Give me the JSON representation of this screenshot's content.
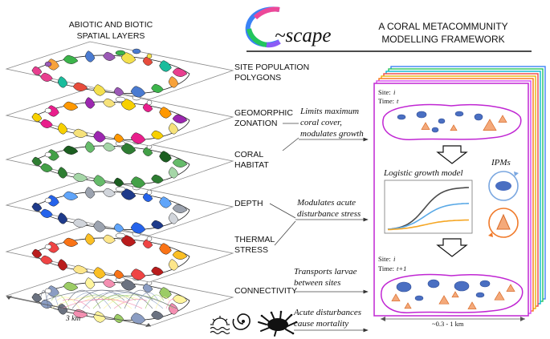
{
  "header": {
    "left_title_line1": "ABIOTIC AND BIOTIC",
    "left_title_line2": "SPATIAL LAYERS",
    "logo_text": "~scape",
    "framework_line1": "A CORAL METACOMMUNITY",
    "framework_line2": "MODELLING FRAMEWORK"
  },
  "layers": [
    {
      "label_line1": "SITE POPULATION",
      "label_line2": "POLYGONS",
      "palette": [
        "#e83f8f",
        "#f7a23b",
        "#3cb44b",
        "#4a7bd1",
        "#9b59b6",
        "#f4e04d",
        "#e74c3c",
        "#1abc9c"
      ]
    },
    {
      "label_line1": "GEOMORPHIC",
      "label_line2": "ZONATION",
      "palette": [
        "#f7d000",
        "#e91e8c",
        "#ff9800",
        "#9c27b0",
        "#f6e27a"
      ]
    },
    {
      "label_line1": "CORAL",
      "label_line2": "HABITAT",
      "palette": [
        "#2e7d32",
        "#43a047",
        "#1b5e20",
        "#66bb6a",
        "#a5d6a7"
      ]
    },
    {
      "label_line1": "DEPTH",
      "label_line2": "",
      "palette": [
        "#1e3a8a",
        "#2563eb",
        "#60a5fa",
        "#9ca3af",
        "#d1d5db"
      ]
    },
    {
      "label_line1": "THERMAL",
      "label_line2": "STRESS",
      "palette": [
        "#b91c1c",
        "#ef4444",
        "#f97316",
        "#fbbf24",
        "#fde68a"
      ]
    },
    {
      "label_line1": "CONNECTIVITY",
      "label_line2": "",
      "palette": [
        "#6b7280",
        "#8b9dc3",
        "#9ccc65",
        "#fff59d",
        "#f48fb1"
      ]
    }
  ],
  "scale_left": "3 km",
  "annotations": {
    "limits_line1": "Limits maximum",
    "limits_line2": "coral cover,",
    "limits_line3": "modulates growth",
    "modulates_line1": "Modulates  acute",
    "modulates_line2": "disturbance stress",
    "transports_line1": "Transports larvae",
    "transports_line2": "between sites",
    "acute_line1": "Acute disturbances",
    "acute_line2": "cause mortality"
  },
  "site_top": {
    "site_label": "Site:",
    "site_value": "i",
    "time_label": "Time:",
    "time_value": "t"
  },
  "site_bottom": {
    "site_label": "Site:",
    "site_value": "i",
    "time_label": "Time:",
    "time_value": "t+1"
  },
  "growth_model_title": "Logistic growth model",
  "ipms_label": "IPMs",
  "scale_right": "~0.3 - 1 km",
  "stack_colors": [
    "#3b82f6",
    "#22c55e",
    "#06b6d4",
    "#ef4444",
    "#eab308",
    "#f97316",
    "#d946ef"
  ],
  "accent_magenta": "#c026d3",
  "curve_colors": [
    "#4b4b4b",
    "#5aa9e6",
    "#f5a623"
  ],
  "icons": [
    "sun-waves-icon",
    "cyclone-icon",
    "crown-of-thorns-starfish-icon"
  ]
}
